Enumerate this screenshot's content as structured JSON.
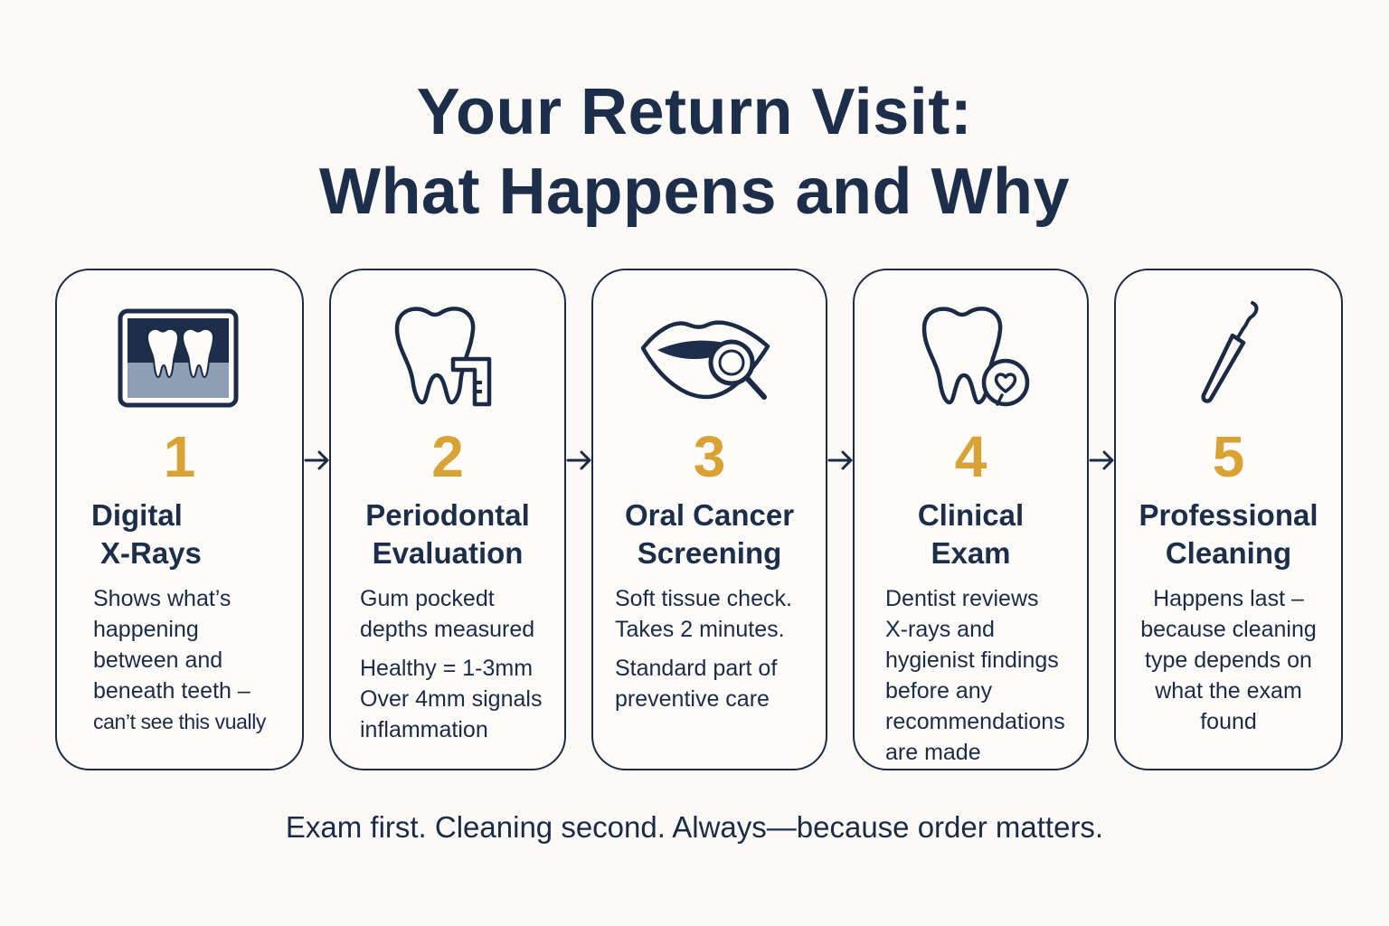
{
  "title": {
    "line1": "Your Return Visit:",
    "line2": "What Happens and Why"
  },
  "colors": {
    "navy": "#1c2e4a",
    "gold": "#d9a234",
    "background": "#fbfaf6"
  },
  "steps": [
    {
      "number": "1",
      "icon": "xray-teeth-icon",
      "heading": [
        "Digital",
        "X-Rays"
      ],
      "paragraphs": [
        [
          "Shows what’s",
          "happening",
          "between and",
          "beneath teeth –",
          "can’t see this vually"
        ]
      ]
    },
    {
      "number": "2",
      "icon": "tooth-probe-icon",
      "heading": [
        "Periodontal",
        "Evaluation"
      ],
      "paragraphs": [
        [
          "Gum pockedt",
          "depths measured"
        ],
        [
          "Healthy = 1-3mm",
          "Over 4mm signals",
          "inflammation"
        ]
      ]
    },
    {
      "number": "3",
      "icon": "lips-magnifier-icon",
      "heading": [
        "Oral Cancer",
        "Screening"
      ],
      "paragraphs": [
        [
          "Soft tissue check.",
          "Takes 2 minutes."
        ],
        [
          "Standard part of",
          "preventive care"
        ]
      ]
    },
    {
      "number": "4",
      "icon": "tooth-heart-icon",
      "heading": [
        "Clinical",
        "Exam"
      ],
      "paragraphs": [
        [
          "Dentist reviews",
          "X-rays and",
          "hygienist findings",
          "before any",
          "recommendations",
          "are made"
        ]
      ]
    },
    {
      "number": "5",
      "icon": "dental-scaler-icon",
      "heading": [
        "Professional",
        "Cleaning"
      ],
      "paragraphs": [
        [
          "Happens last –",
          "because cleaning",
          "type depends on",
          "what the exam",
          "found"
        ]
      ]
    }
  ],
  "footer": "Exam first. Cleaning second. Always—because order matters."
}
